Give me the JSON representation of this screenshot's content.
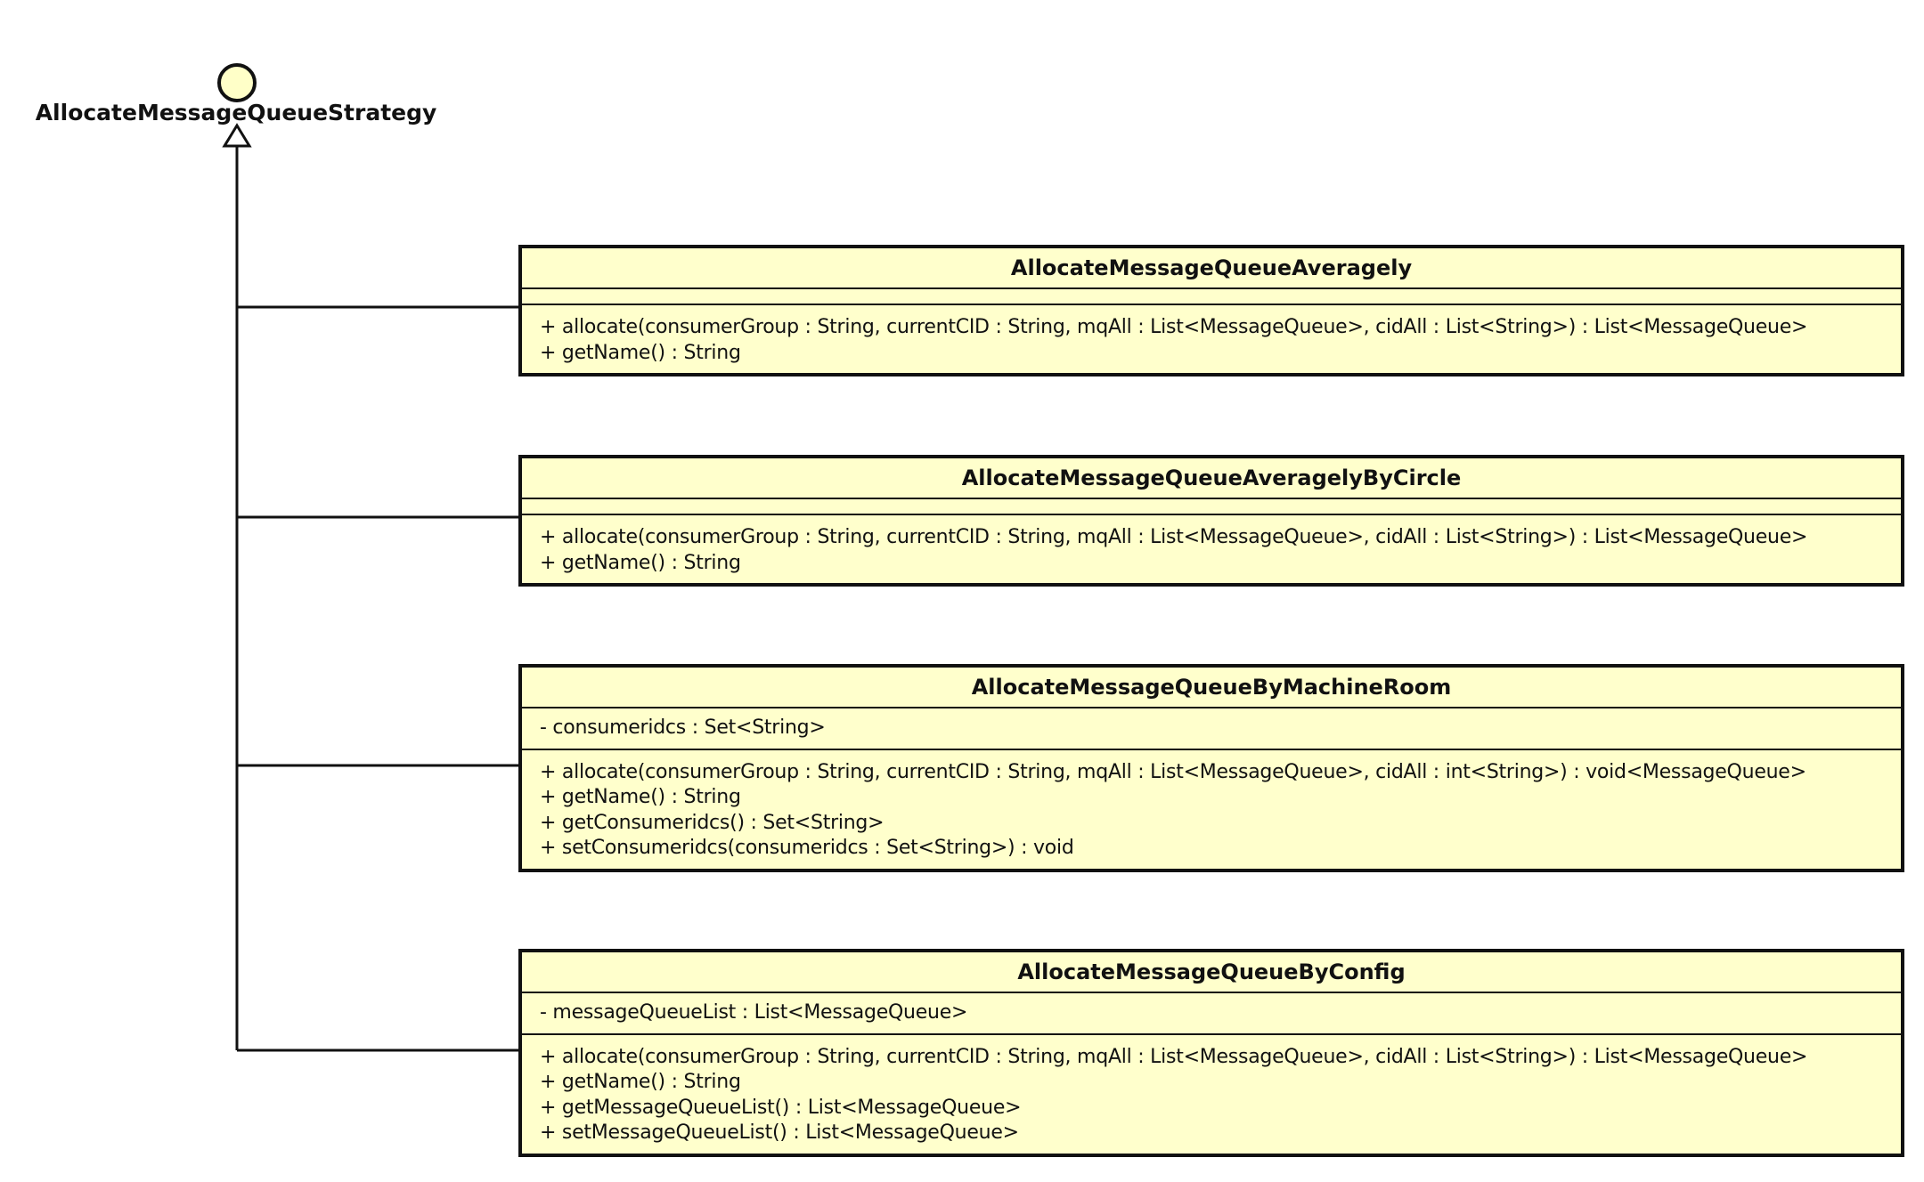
{
  "diagram": {
    "interface": {
      "name": "AllocateMessageQueueStrategy"
    },
    "classes": [
      {
        "name": "AllocateMessageQueueAveragely",
        "attributes": [],
        "operations": [
          "+ allocate(consumerGroup : String, currentCID : String, mqAll : List<MessageQueue>, cidAll : List<String>) : List<MessageQueue>",
          "+ getName() : String"
        ]
      },
      {
        "name": "AllocateMessageQueueAveragelyByCircle",
        "attributes": [],
        "operations": [
          "+ allocate(consumerGroup : String, currentCID : String, mqAll : List<MessageQueue>, cidAll : List<String>) : List<MessageQueue>",
          "+ getName() : String"
        ]
      },
      {
        "name": "AllocateMessageQueueByMachineRoom",
        "attributes": [
          "- consumeridcs : Set<String>"
        ],
        "operations": [
          "+ allocate(consumerGroup : String, currentCID : String, mqAll : List<MessageQueue>, cidAll : int<String>) : void<MessageQueue>",
          "+ getName() : String",
          "+ getConsumeridcs() : Set<String>",
          "+ setConsumeridcs(consumeridcs : Set<String>) : void"
        ]
      },
      {
        "name": "AllocateMessageQueueByConfig",
        "attributes": [
          "- messageQueueList : List<MessageQueue>"
        ],
        "operations": [
          "+ allocate(consumerGroup : String, currentCID : String, mqAll : List<MessageQueue>, cidAll : List<String>) : List<MessageQueue>",
          "+ getName() : String",
          "+ getMessageQueueList() : List<MessageQueue>",
          "+ setMessageQueueList() : List<MessageQueue>"
        ]
      }
    ],
    "colors": {
      "class_fill": "#ffffcc",
      "interface_fill": "#ffffc8",
      "stroke": "#111111"
    }
  }
}
